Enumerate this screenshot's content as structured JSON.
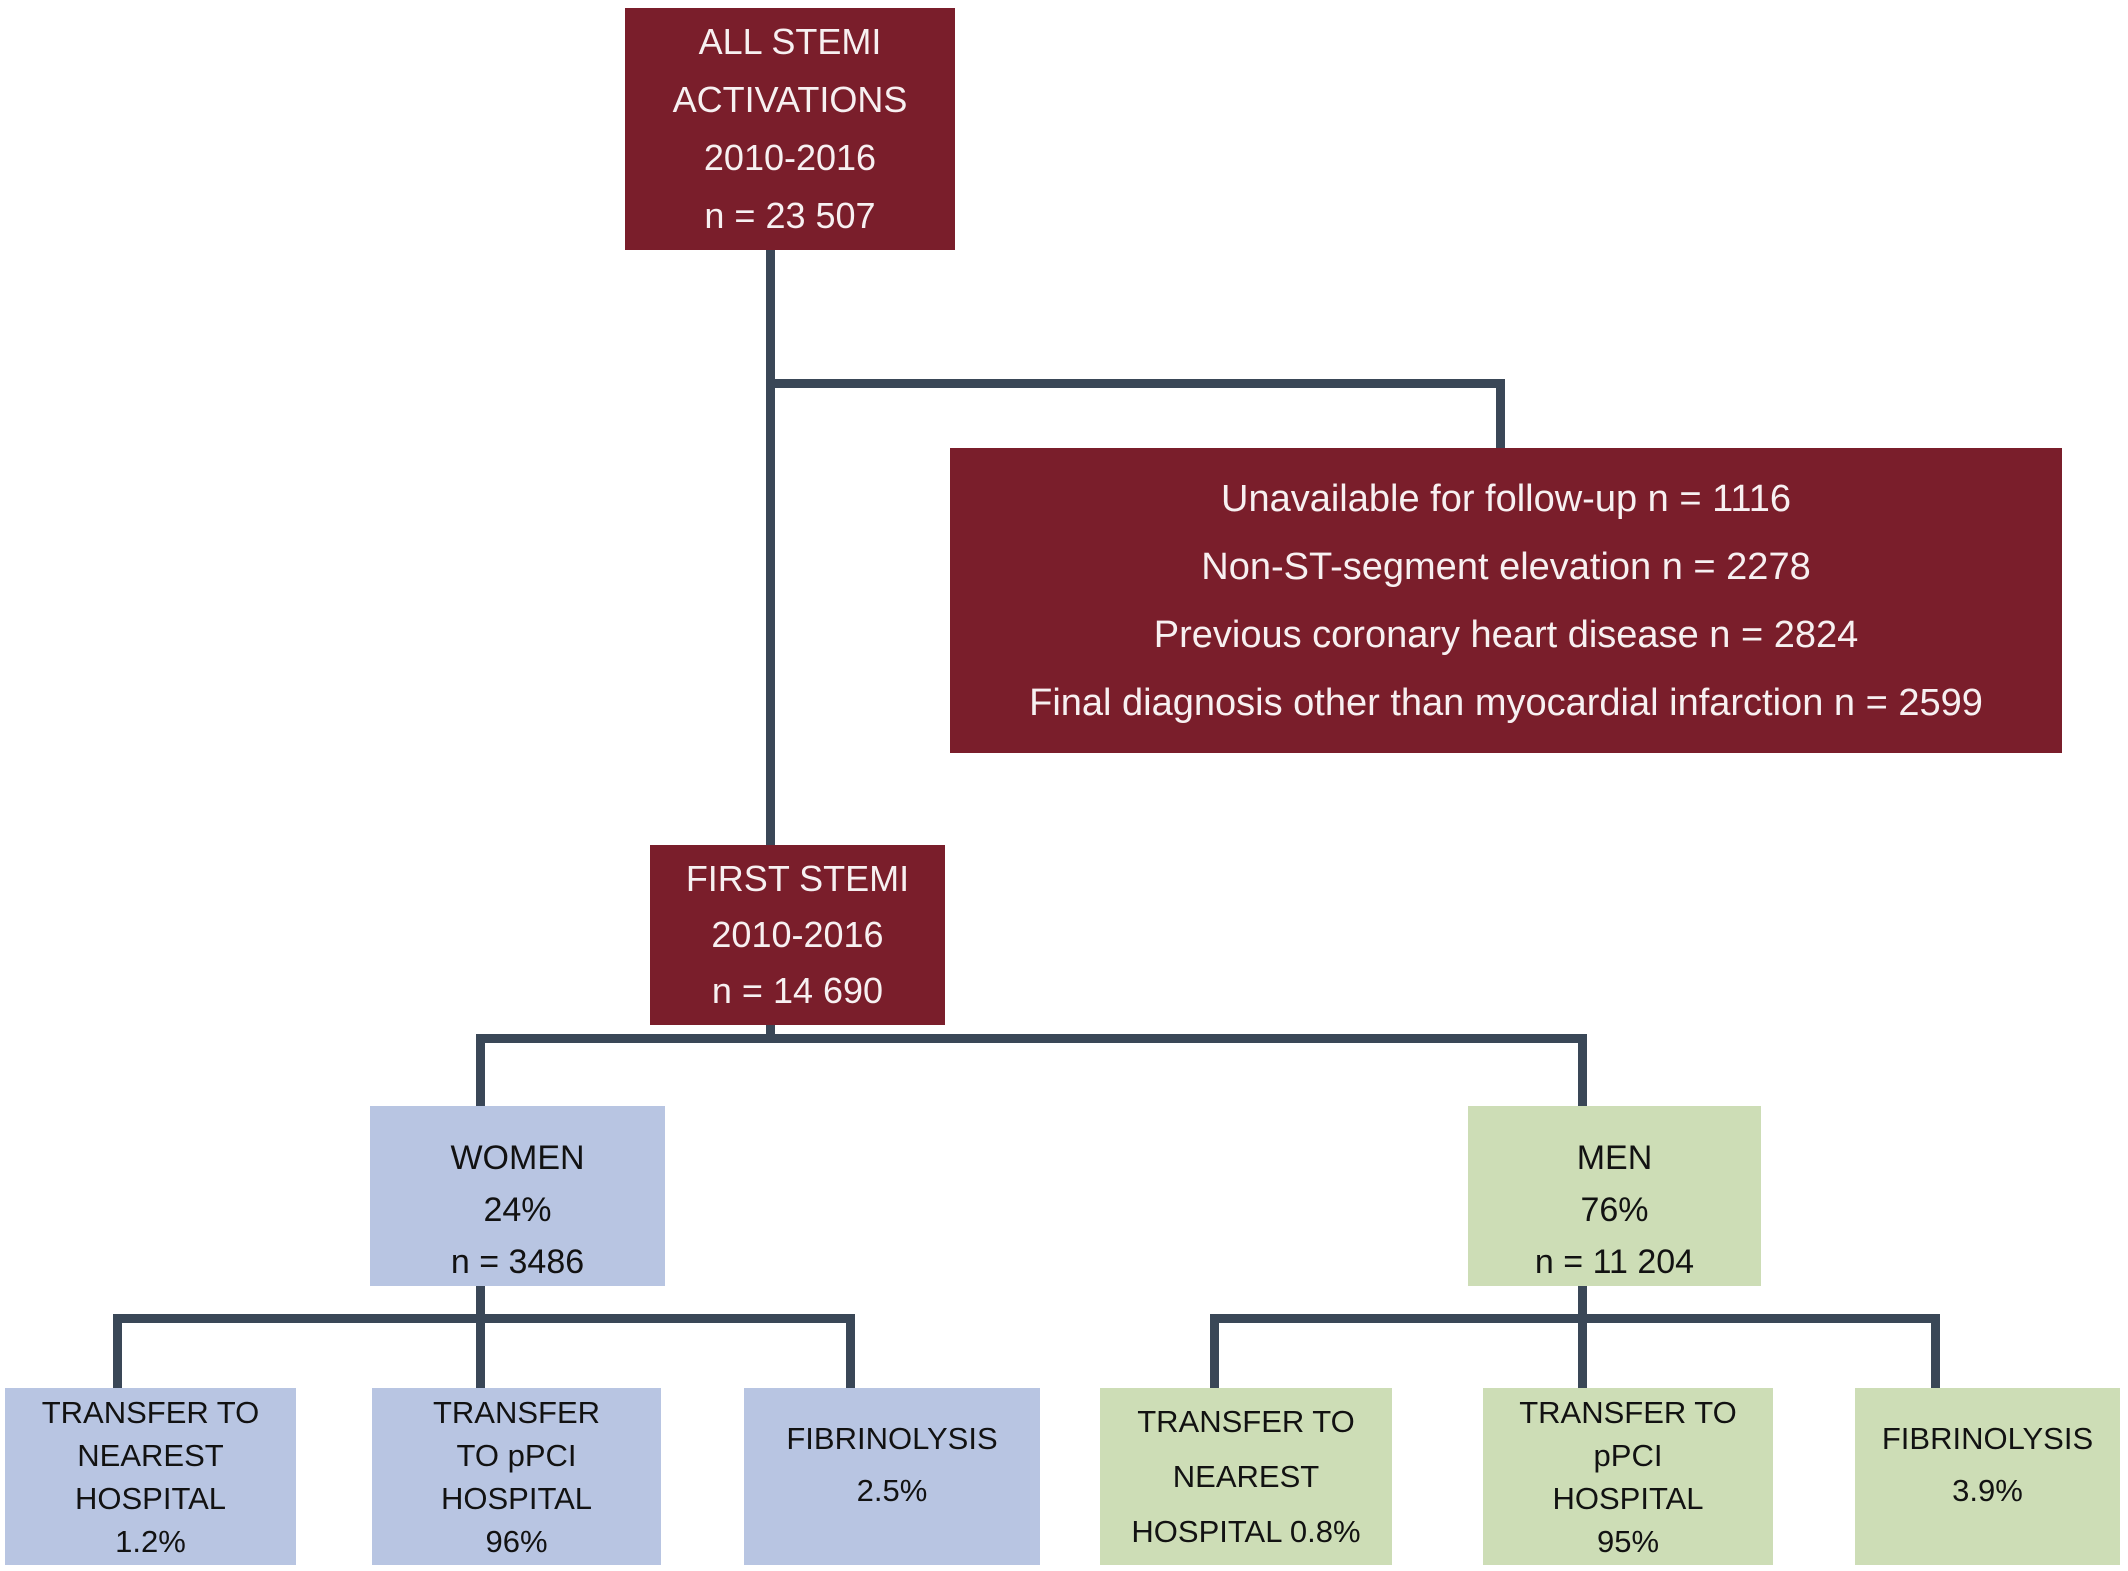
{
  "diagram": {
    "description": "STEMI activations study flow diagram",
    "colors": {
      "box_maroon": "#7a1e2b",
      "box_blue": "#b8c5e2",
      "box_green": "#cdddb6",
      "connector": "#3a4757",
      "text_on_maroon": "#f7f0f1",
      "text_on_light": "#121212"
    },
    "nodes": {
      "all_stemi": {
        "lines": [
          "ALL STEMI",
          "ACTIVATIONS",
          "2010-2016",
          "n = 23 507"
        ]
      },
      "exclusions": {
        "lines": [
          "Unavailable for follow-up n = 1116",
          "Non-ST-segment elevation n = 2278",
          "Previous coronary heart disease n = 2824",
          "Final diagnosis other than myocardial infarction n = 2599"
        ]
      },
      "first_stemi": {
        "lines": [
          "FIRST STEMI",
          "2010-2016",
          "n = 14 690"
        ]
      },
      "women": {
        "lines": [
          "WOMEN",
          "24%",
          "n = 3486"
        ]
      },
      "men": {
        "lines": [
          "MEN",
          "76%",
          "n = 11 204"
        ]
      },
      "women_transfer_nearest": {
        "lines": [
          "TRANSFER TO",
          "NEAREST",
          "HOSPITAL",
          "1.2%"
        ]
      },
      "women_transfer_ppci": {
        "lines": [
          "TRANSFER",
          "TO pPCI",
          "HOSPITAL",
          "96%"
        ]
      },
      "women_fibrinolysis": {
        "lines": [
          "FIBRINOLYSIS",
          "2.5%"
        ]
      },
      "men_transfer_nearest": {
        "lines": [
          "TRANSFER TO",
          "NEAREST",
          "HOSPITAL 0.8%"
        ]
      },
      "men_transfer_ppci": {
        "lines": [
          "TRANSFER TO",
          "pPCI",
          "HOSPITAL",
          "95%"
        ]
      },
      "men_fibrinolysis": {
        "lines": [
          "FIBRINOLYSIS",
          "3.9%"
        ]
      }
    }
  }
}
